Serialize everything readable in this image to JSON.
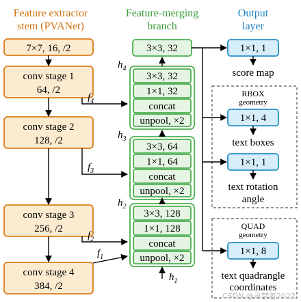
{
  "columns": {
    "stem": [
      "Feature extractor",
      "stem (PVANet)"
    ],
    "branch": [
      "Feature-merging",
      "branch"
    ],
    "output": [
      "Output",
      "layer"
    ]
  },
  "stem": {
    "input": "7×7, 16, /2",
    "stages": [
      [
        "conv stage 1",
        "64, /2"
      ],
      [
        "conv stage 2",
        "128, /2"
      ],
      [
        "conv stage 3",
        "256, /2"
      ],
      [
        "conv stage 4",
        "384, /2"
      ]
    ]
  },
  "branch": {
    "top": "3×3, 32",
    "blocks": [
      {
        "conv3": "3×3, 32",
        "conv1": "1×1, 32",
        "concat": "concat",
        "unpool": "unpool, ×2"
      },
      {
        "conv3": "3×3, 64",
        "conv1": "1×1, 64",
        "concat": "concat",
        "unpool": "unpool, ×2"
      },
      {
        "conv3": "3×3, 128",
        "conv1": "1×1, 128",
        "concat": "concat",
        "unpool": "unpool, ×2"
      }
    ]
  },
  "labels": {
    "f": [
      "f",
      "f",
      "f",
      "f"
    ],
    "f_sub": [
      "4",
      "3",
      "2",
      "1"
    ],
    "h": [
      "h",
      "h",
      "h",
      "h"
    ],
    "h_sub": [
      "4",
      "3",
      "2",
      "1"
    ]
  },
  "output": {
    "score": {
      "box": "1×1, 1",
      "label": "score map"
    },
    "rbox": {
      "title": "RBOX",
      "subtitle": "geometry",
      "boxes": [
        {
          "box": "1×1, 4",
          "label": "text boxes"
        },
        {
          "box": "1×1, 1",
          "label": "text rotation",
          "label2": "angle"
        }
      ]
    },
    "quad": {
      "title": "QUAD",
      "subtitle": "geometry",
      "box": "1×1, 8",
      "label": "text quadrangle",
      "label2": "coordinates"
    }
  },
  "watermark": "CSDN @寻梦者2022",
  "colors": {
    "orange_stroke": "#d97d1a",
    "orange_fill": "#fdebd0",
    "green_stroke": "#4caf50",
    "green_fill": "#e6f5e3",
    "blue_stroke": "#2a8fc8",
    "blue_fill": "#d6eef9",
    "head_orange": "#d07010",
    "head_green": "#3b9b3b",
    "head_blue": "#1e7fbf"
  }
}
